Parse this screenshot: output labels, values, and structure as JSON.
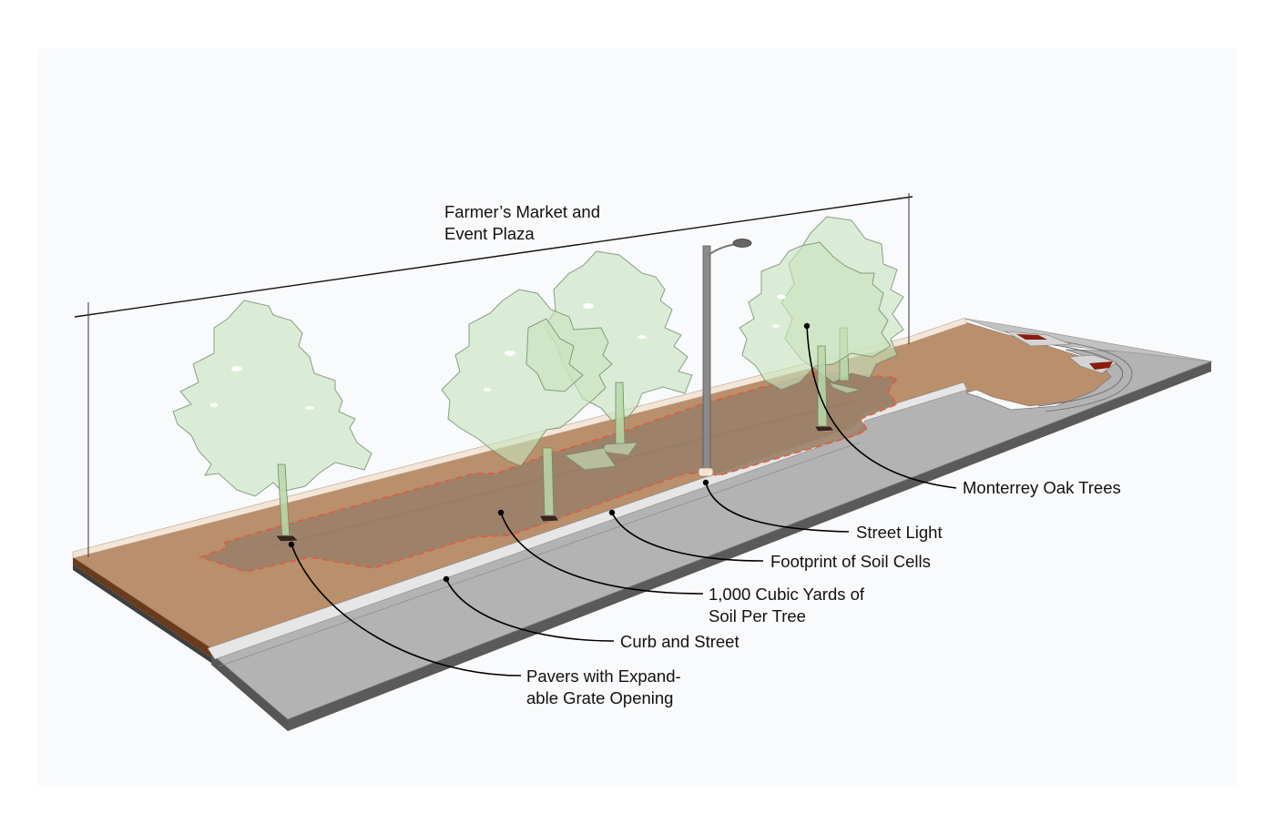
{
  "title": {
    "line1": "Farmer’s Market and",
    "line2": "Event Plaza"
  },
  "callouts": {
    "monterrey_oak": "Monterrey Oak Trees",
    "street_light": "Street Light",
    "soil_footprint": "Footprint of Soil Cells",
    "soil_volume_line1": "1,000 Cubic Yards of",
    "soil_volume_line2": "Soil Per Tree",
    "curb_street": "Curb and Street",
    "pavers_line1": "Pavers with Expand-",
    "pavers_line2": "able Grate Opening"
  },
  "colors": {
    "background": "#f9fafc",
    "plaza_pavers": "#b98f6c",
    "soil_cells": "#9a7f68",
    "soil_outline": "#e05a3a",
    "street": "#b3b3b3",
    "curb": "#e6e6e6",
    "slab_edge": "#5a5a5a",
    "tree_canopy": "#c8e3bf",
    "accent_red": "#8a1c0e"
  },
  "icons": {
    "tree": "tree-icon",
    "street_light": "street-light-icon"
  }
}
